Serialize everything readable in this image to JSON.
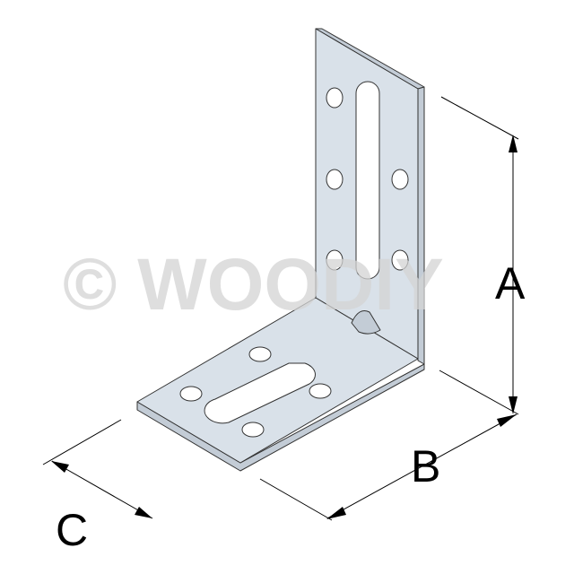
{
  "watermark": "© WOODIY",
  "dimensions": {
    "a": "A",
    "b": "B",
    "c": "C"
  },
  "colors": {
    "plate": "#d9e1e9",
    "edge": "#c3ccd6",
    "watermark": "#d4d4d4"
  }
}
